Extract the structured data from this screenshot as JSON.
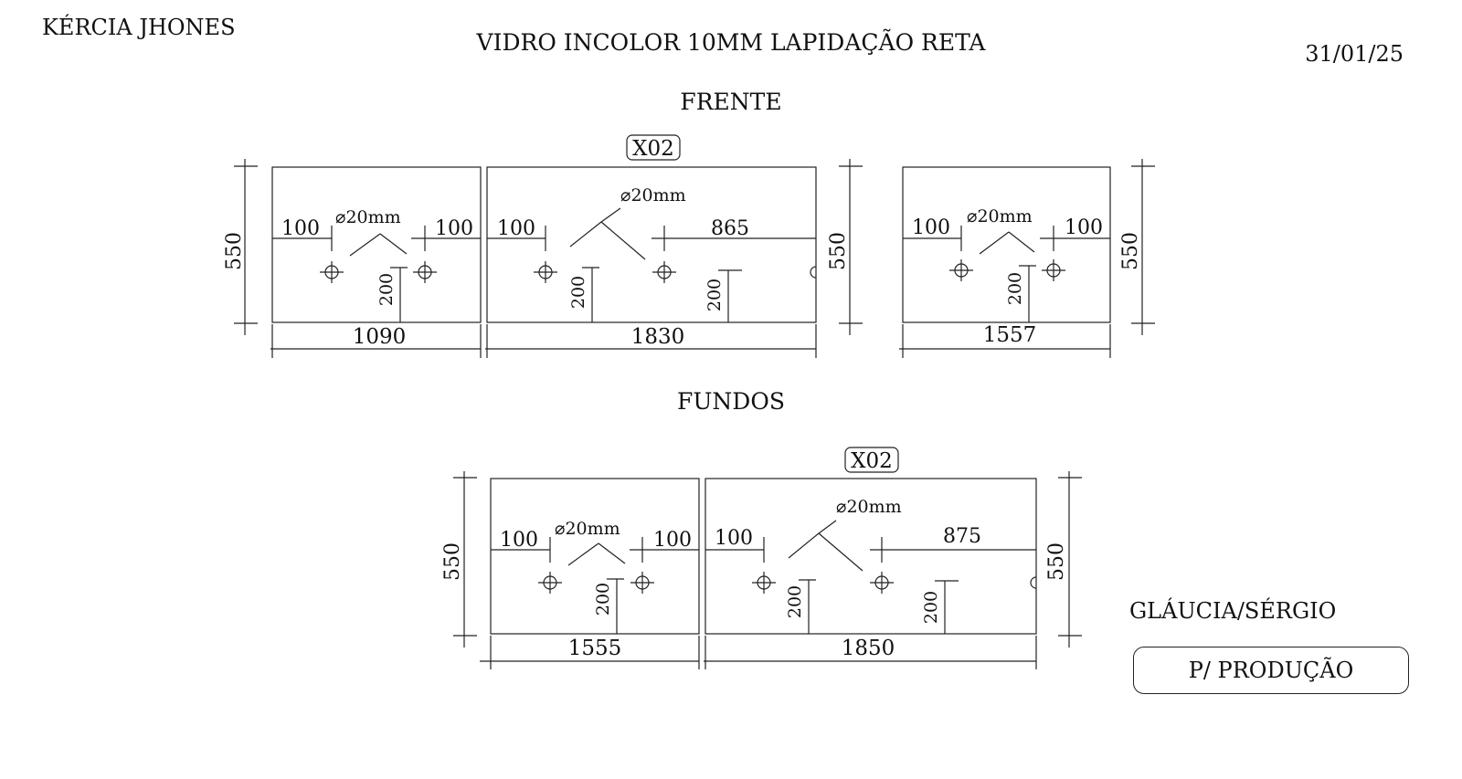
{
  "header": {
    "client": "KÉRCIA JHONES",
    "title": "VIDRO INCOLOR 10MM LAPIDAÇÃO RETA",
    "date": "31/01/25"
  },
  "sections": {
    "front": {
      "label": "FRENTE",
      "qty_tag": "X02",
      "height": "550",
      "panels": [
        {
          "width": "1090",
          "edge_left": "100",
          "edge_right": "100",
          "hole": "⌀20mm",
          "drop": "200"
        },
        {
          "width": "1830",
          "edge_left": "100",
          "edge_right": "865",
          "hole": "⌀20mm",
          "drop1": "200",
          "drop2": "200"
        },
        {
          "width": "1557",
          "edge_left": "100",
          "edge_right": "100",
          "hole": "⌀20mm",
          "drop": "200"
        }
      ]
    },
    "back": {
      "label": "FUNDOS",
      "qty_tag": "X02",
      "height": "550",
      "panels": [
        {
          "width": "1555",
          "edge_left": "100",
          "edge_right": "100",
          "hole": "⌀20mm",
          "drop": "200"
        },
        {
          "width": "1850",
          "edge_left": "100",
          "edge_right": "875",
          "hole": "⌀20mm",
          "drop1": "200",
          "drop2": "200"
        }
      ]
    }
  },
  "footer": {
    "names": "GLÁUCIA/SÉRGIO",
    "status": "P/ PRODUÇÃO"
  }
}
